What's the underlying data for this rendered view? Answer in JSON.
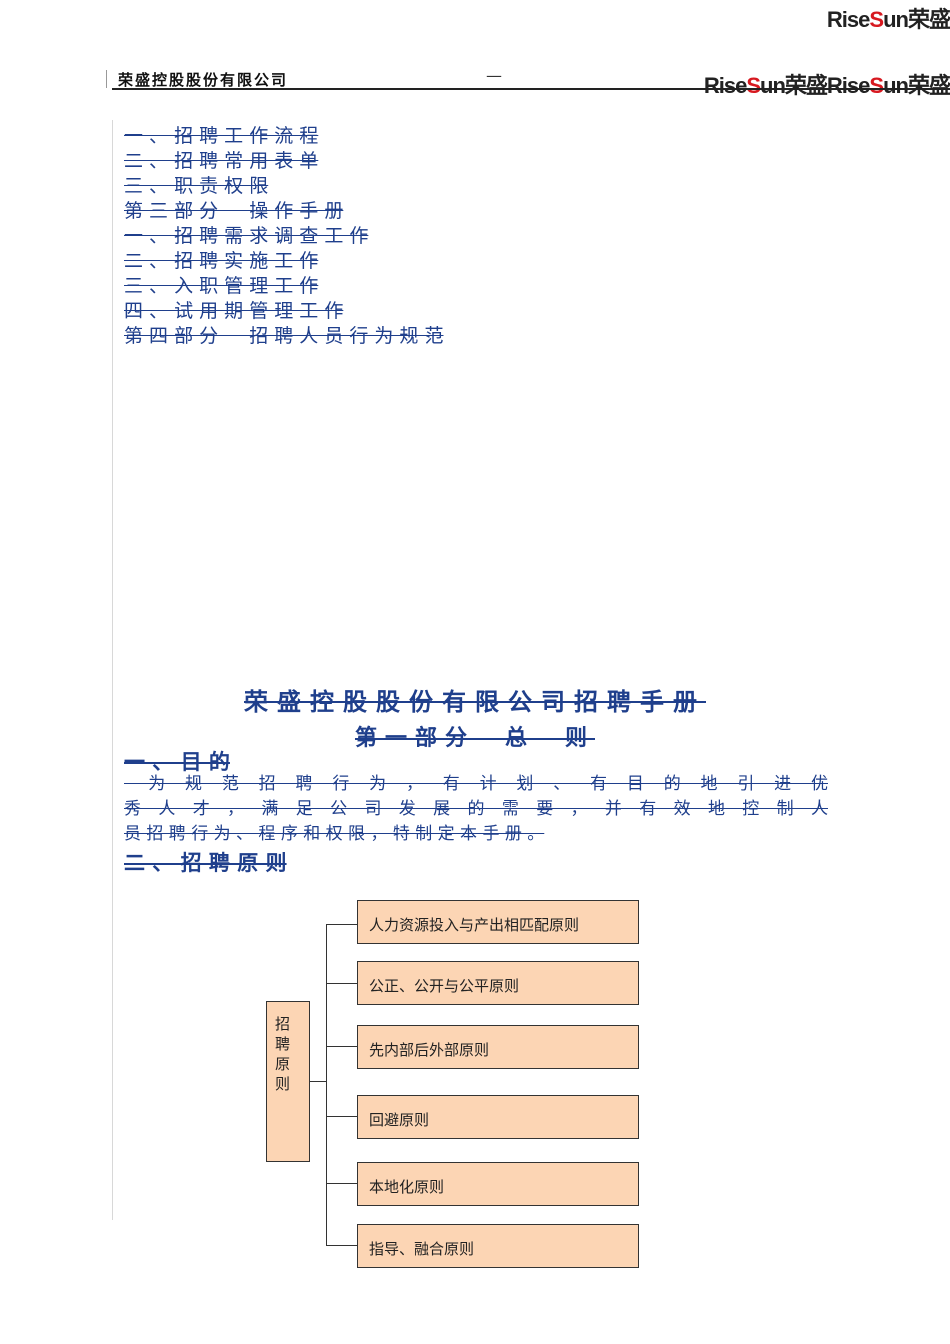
{
  "header": {
    "company": "荣盛控股股份有限公司",
    "page_marker": "—",
    "logo_latin_a": "Rise",
    "logo_latin_s": "S",
    "logo_latin_b": "un",
    "logo_cn": "荣盛"
  },
  "toc": [
    "一 、 招 聘 工 作 流 程",
    "二 、 招 聘 常 用 表 单",
    "三 、 职 责 权 限",
    "第 三 部 分 　 操 作 手 册",
    "一 、 招 聘 需 求 调 查 工 作",
    "二 、 招 聘 实 施 工 作",
    "三 、 入 职 管 理 工 作",
    "四 、 试 用 期 管 理 工 作",
    "第 四 部 分 　 招 聘 人 员 行 为 规 范"
  ],
  "document": {
    "title": "荣盛控股股份有限公司招聘手册",
    "part_title": "第一部分　总　则",
    "section1_heading": "一 、 目 的",
    "purpose_lines": [
      "　为 规 范 招 聘 行 为 ， 有 计 划 、 有 目 的 地 引 进 优",
      "秀 人 才 ， 满 足 公 司 发 展 的 需 要 ， 并 有 效 地 控 制 人",
      "员 招 聘 行 为 、 程 序 和 权 限 ， 特 制 定 本 手 册 。"
    ],
    "section2_heading": "二 、 招 聘 原 则"
  },
  "diagram": {
    "root": "招聘原则",
    "leaves": [
      "人力资源投入与产出相匹配原则",
      "公正、公开与公平原则",
      "先内部后外部原则",
      "回避原则",
      "本地化原则",
      "指导、融合原则"
    ],
    "box_fill": "#fcd5b4",
    "text_color": "#1f3f8c",
    "logo_red": "#d71920"
  }
}
